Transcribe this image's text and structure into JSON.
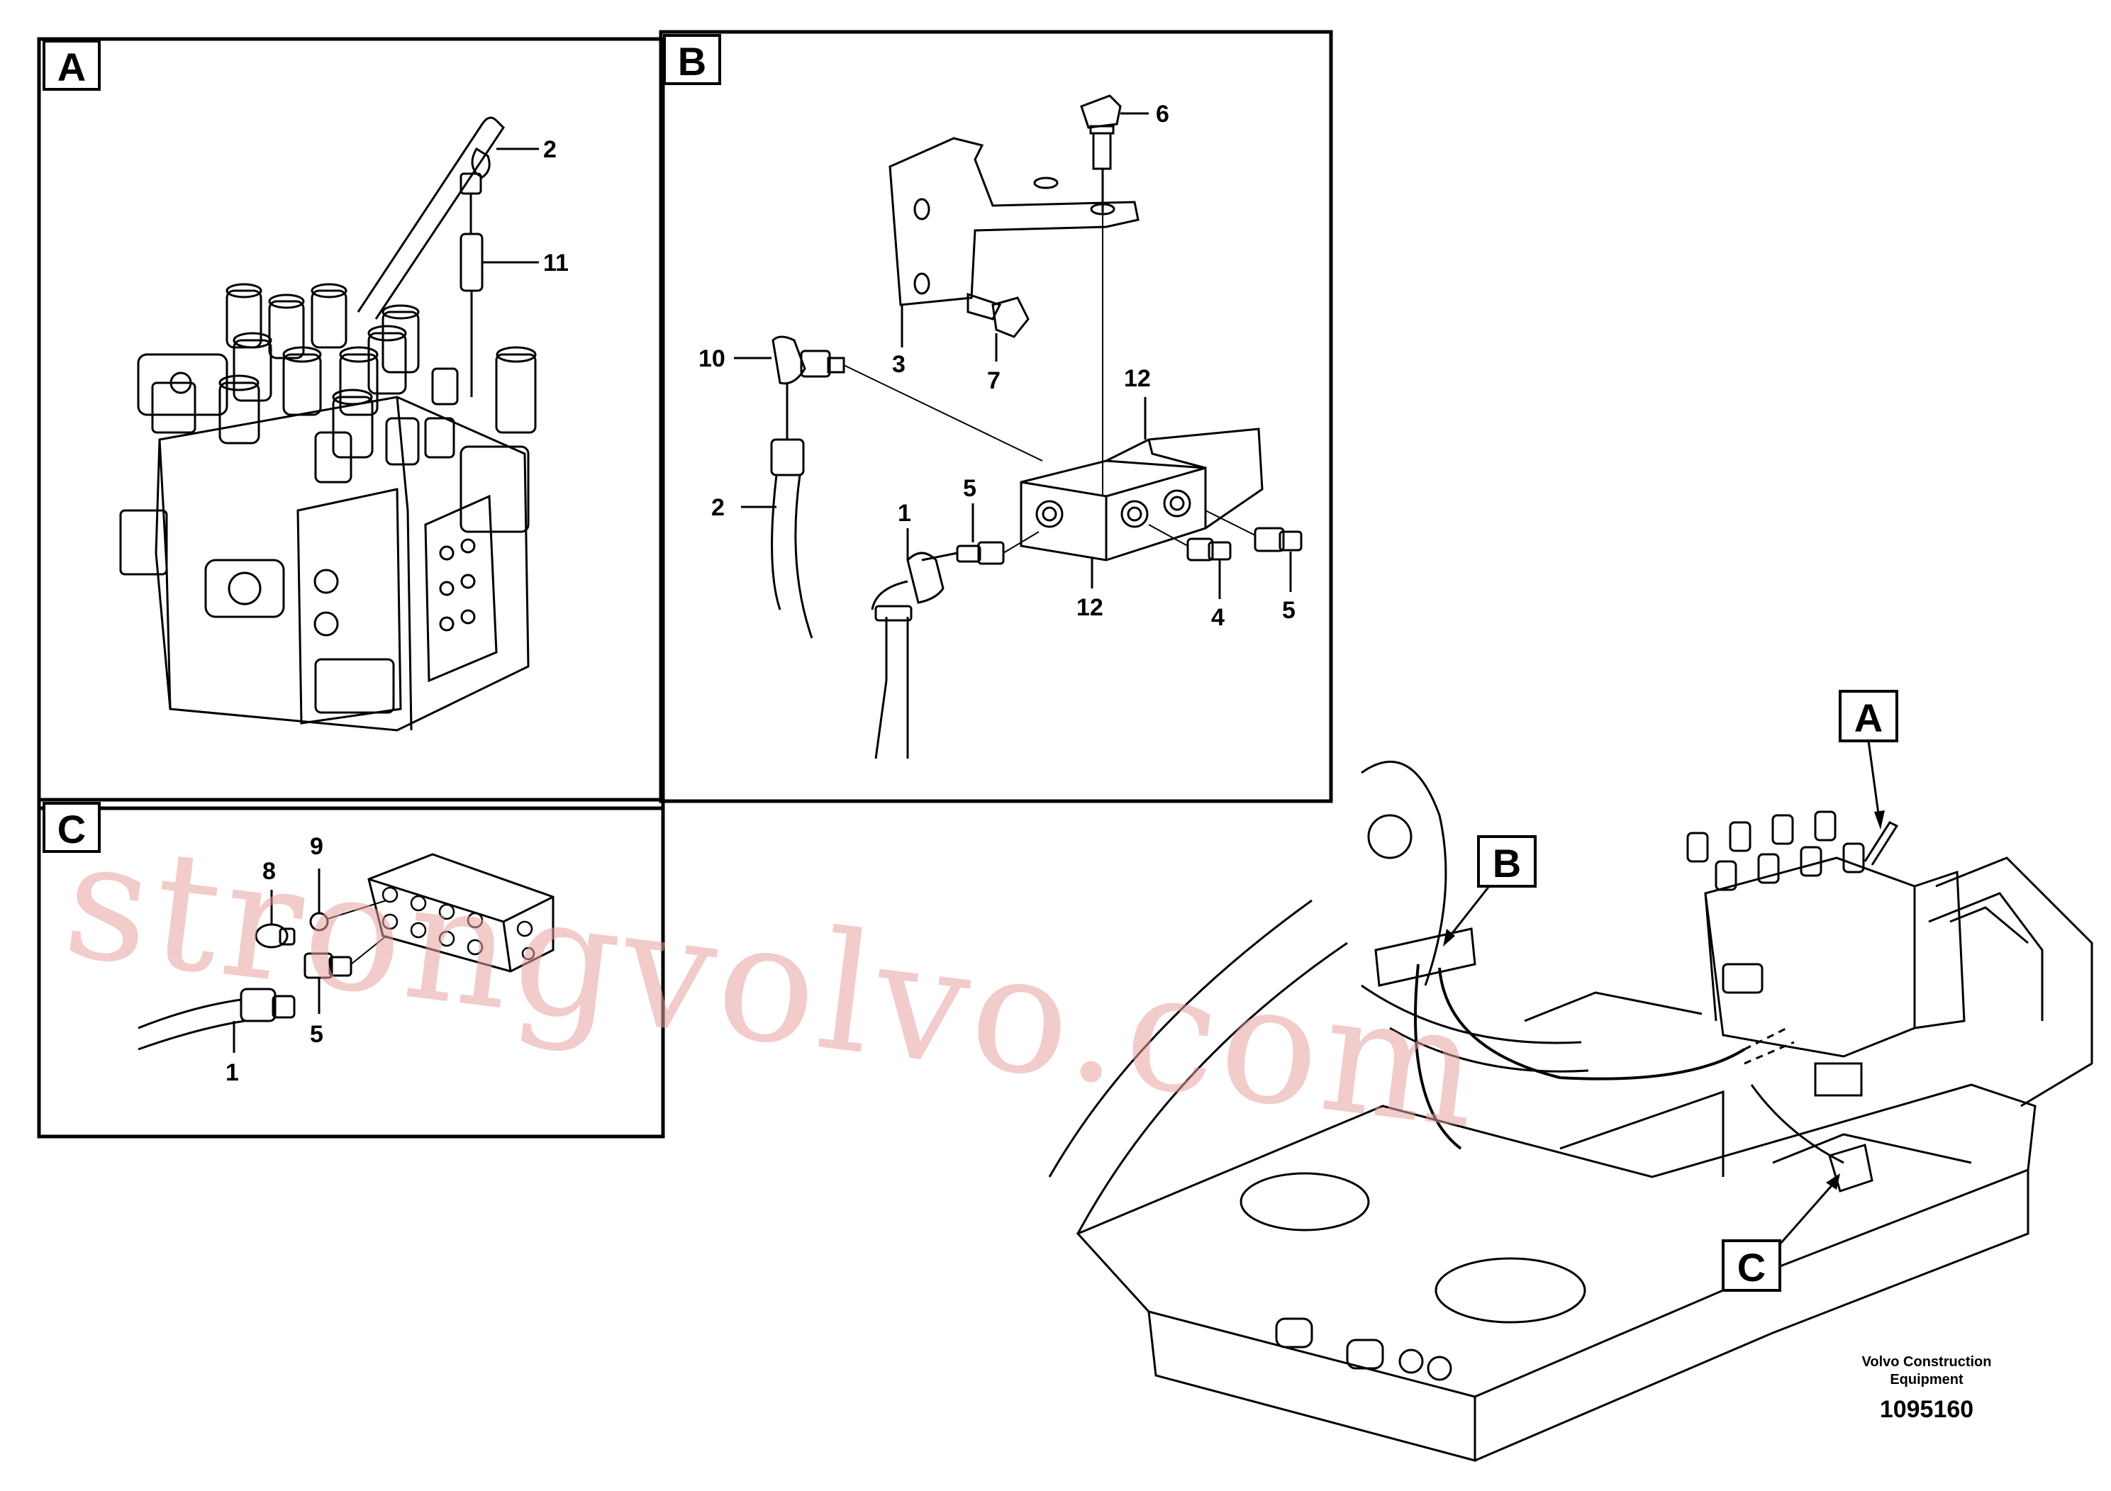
{
  "panels": [
    {
      "id": "A",
      "label": "A"
    },
    {
      "id": "B",
      "label": "B"
    },
    {
      "id": "C",
      "label": "C"
    }
  ],
  "callouts": {
    "panelA": [
      "2",
      "11"
    ],
    "panelB": [
      "6",
      "3",
      "7",
      "10",
      "12",
      "2",
      "1",
      "5",
      "12",
      "4",
      "5"
    ],
    "panelC": [
      "8",
      "9",
      "5",
      "1"
    ]
  },
  "overview": {
    "labels": [
      "A",
      "B",
      "C"
    ]
  },
  "watermark": "strongvolvo.com",
  "footer": {
    "company_line1": "Volvo Construction",
    "company_line2": "Equipment",
    "document_number": "1095160"
  }
}
